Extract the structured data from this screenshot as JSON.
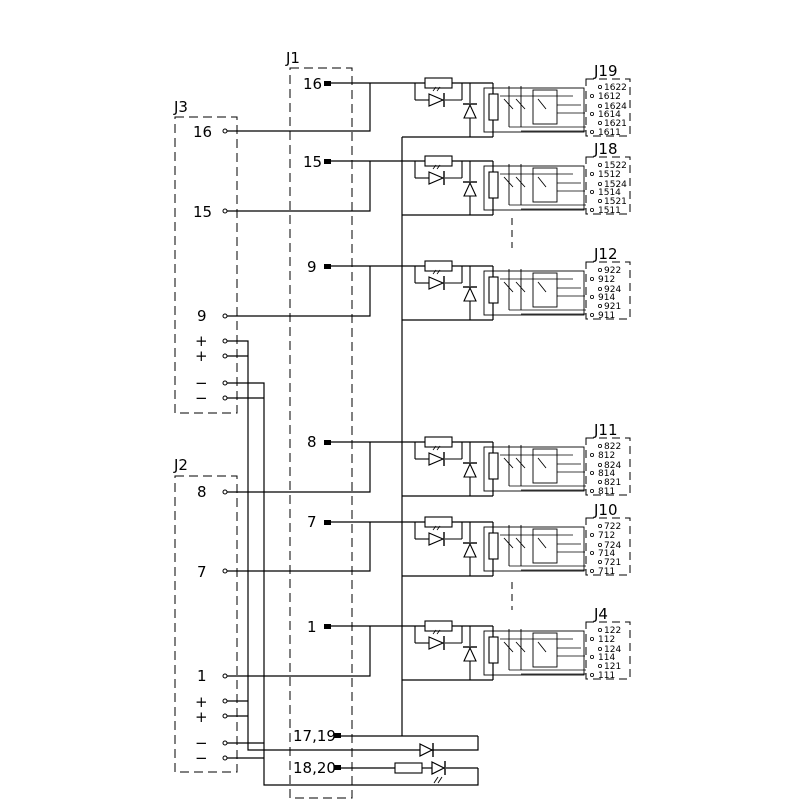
{
  "connectors": {
    "j1": {
      "name": "J1",
      "pins": [
        "16",
        "15",
        "9",
        "8",
        "7",
        "1",
        "17,19",
        "18,20"
      ]
    },
    "j3": {
      "name": "J3",
      "pins": [
        "16",
        "15",
        "9",
        "+",
        "+",
        "−",
        "−"
      ]
    },
    "j2": {
      "name": "J2",
      "pins": [
        "8",
        "7",
        "1",
        "+",
        "+",
        "−",
        "−"
      ]
    }
  },
  "relays": [
    {
      "name": "J19",
      "terminals": [
        "1622",
        "1612",
        "1624",
        "1614",
        "1621",
        "1611"
      ]
    },
    {
      "name": "J18",
      "terminals": [
        "1522",
        "1512",
        "1524",
        "1514",
        "1521",
        "1511"
      ]
    },
    {
      "name": "J12",
      "terminals": [
        "922",
        "912",
        "924",
        "914",
        "921",
        "911"
      ]
    },
    {
      "name": "J11",
      "terminals": [
        "822",
        "812",
        "824",
        "814",
        "821",
        "811"
      ]
    },
    {
      "name": "J10",
      "terminals": [
        "722",
        "712",
        "724",
        "714",
        "721",
        "711"
      ]
    },
    {
      "name": "J4",
      "terminals": [
        "122",
        "112",
        "124",
        "114",
        "121",
        "111"
      ]
    }
  ]
}
